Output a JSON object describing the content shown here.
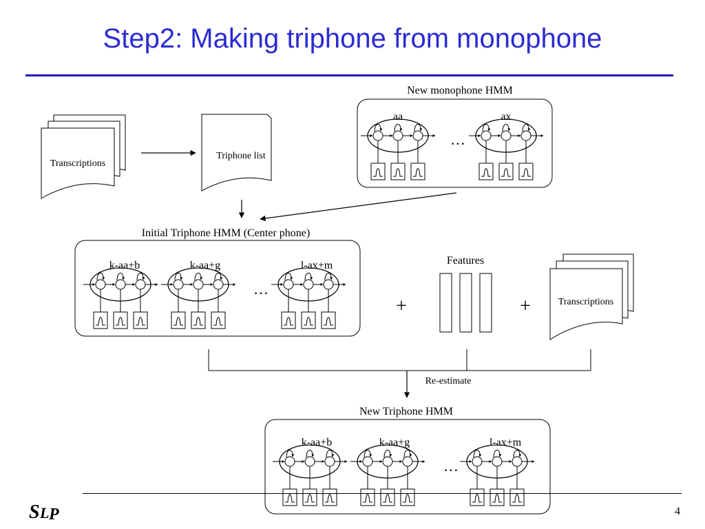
{
  "title": "Step2: Making triphone from monophone",
  "page_number": "4",
  "logo_text": "SLP",
  "docs": {
    "left": "Transcriptions",
    "triphone_list": "Triphone list",
    "right": "Transcriptions"
  },
  "mono_box": {
    "title": "New monophone HMM",
    "models": [
      "aa",
      "ax"
    ],
    "ellipsis": "…"
  },
  "initial_box": {
    "title": "Initial Triphone HMM (Center phone)",
    "models": [
      "k-aa+b",
      "k-aa+g",
      "l-ax+m"
    ],
    "ellipsis": "…"
  },
  "new_box": {
    "title": "New Triphone HMM",
    "models": [
      "k-aa+b",
      "k-aa+g",
      "l-ax+m"
    ],
    "ellipsis": "…"
  },
  "features_label": "Features",
  "plus": "+",
  "reestimate_label": "Re-estimate",
  "colors": {
    "title": "#2b2bd3",
    "rule": "#1d1db8",
    "logo_blue": "#1a3d8f",
    "logo_gold": "#e0a020"
  }
}
